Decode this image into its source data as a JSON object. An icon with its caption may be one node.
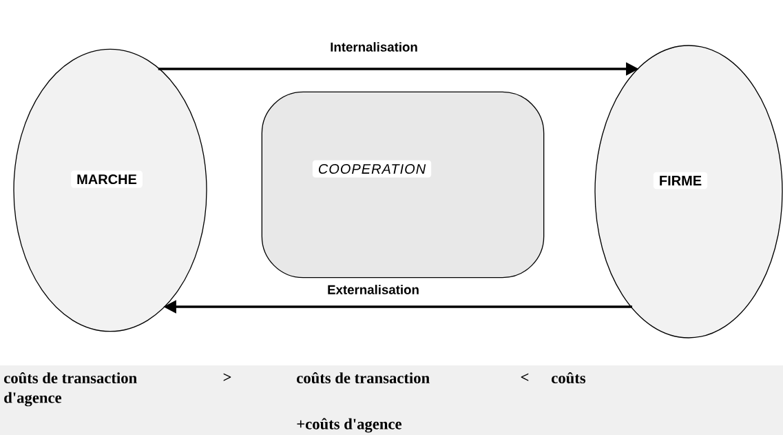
{
  "diagram": {
    "nodes": [
      {
        "text": [
          "MARCHE"
        ]
      },
      {
        "text": [
          "COOPERATION"
        ]
      },
      {
        "text": [
          "FIRME"
        ]
      }
    ],
    "edges": [
      {
        "from": 0,
        "to": 2,
        "arrow": "to",
        "label": "Internalisation"
      },
      {
        "from": 2,
        "to": 0,
        "arrow": "to",
        "label": "Externalisation"
      }
    ],
    "labels": [
      "coûts de transaction",
      ">",
      "coûts de transaction",
      "<",
      "coûts",
      "d'agence",
      "+coûts d'agence"
    ]
  }
}
